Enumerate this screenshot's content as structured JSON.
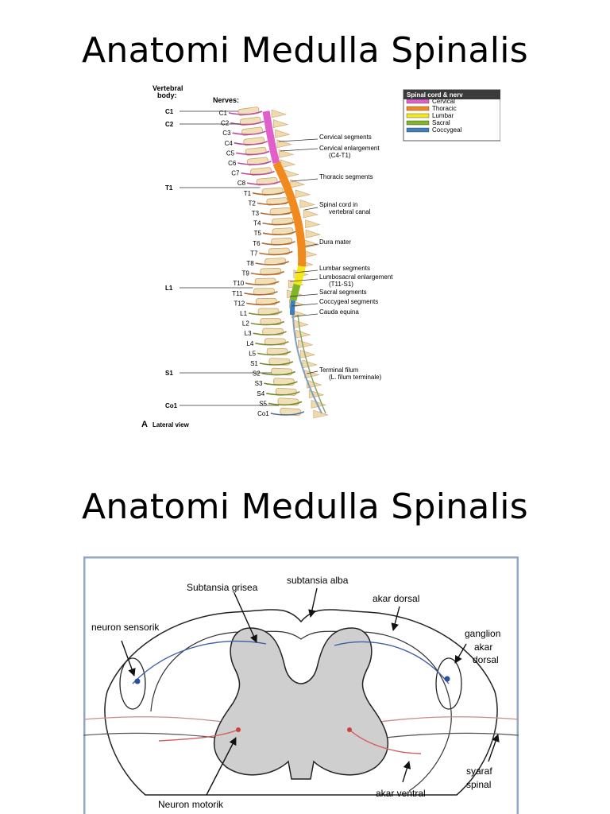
{
  "slides": [
    {
      "title": "Anatomi Medulla Spinalis"
    },
    {
      "title": "Anatomi Medulla Spinalis"
    }
  ],
  "figure1": {
    "vertebral_header_line1": "Vertebral",
    "vertebral_header_line2": "body:",
    "nerves_header": "Nerves:",
    "left_vertebrae": [
      "C1",
      "C2",
      "T1",
      "L1",
      "S1",
      "Co1"
    ],
    "nerves": [
      "C1",
      "C2",
      "C3",
      "C4",
      "C5",
      "C6",
      "C7",
      "C8",
      "T1",
      "T2",
      "T3",
      "T4",
      "T5",
      "T6",
      "T7",
      "T8",
      "T9",
      "T10",
      "T11",
      "T12",
      "L1",
      "L2",
      "L3",
      "L4",
      "L5",
      "S1",
      "S2",
      "S3",
      "S4",
      "S5",
      "Co1"
    ],
    "legend": {
      "title": "Spinal cord & nerv",
      "items": [
        {
          "label": "Cervical",
          "color": "#e05fc8"
        },
        {
          "label": "Thoracic",
          "color": "#f08a1e"
        },
        {
          "label": "Lumbar",
          "color": "#f3e81a"
        },
        {
          "label": "Sacral",
          "color": "#7fb526"
        },
        {
          "label": "Coccygeal",
          "color": "#3e7fbf"
        }
      ]
    },
    "annotations": [
      "Cervical segments",
      "Cervical enlargement",
      "(C4-T1)",
      "Thoracic segments",
      "Spinal cord in",
      "vertebral canal",
      "Dura mater",
      "Lumbar segments",
      "Lumbosacral enlargement",
      "(T11-S1)",
      "Sacral segments",
      "Coccygeal segments",
      "Cauda equina",
      "Terminal filum",
      "(L. filum terminale)"
    ],
    "view_letter": "A",
    "view_label": "Lateral view"
  },
  "figure2": {
    "labels": {
      "grisea": "Subtansia grisea",
      "alba": "subtansia alba",
      "dorsal_root": "akar dorsal",
      "sensory_neuron": "neuron sensorik",
      "ganglion_1": "ganglion",
      "ganglion_2": "akar",
      "ganglion_3": "dorsal",
      "spinal_nerve_1": "syaraf",
      "spinal_nerve_2": "spinal",
      "ventral_root": "akar ventral",
      "motor_neuron": "Neuron motorik"
    }
  }
}
